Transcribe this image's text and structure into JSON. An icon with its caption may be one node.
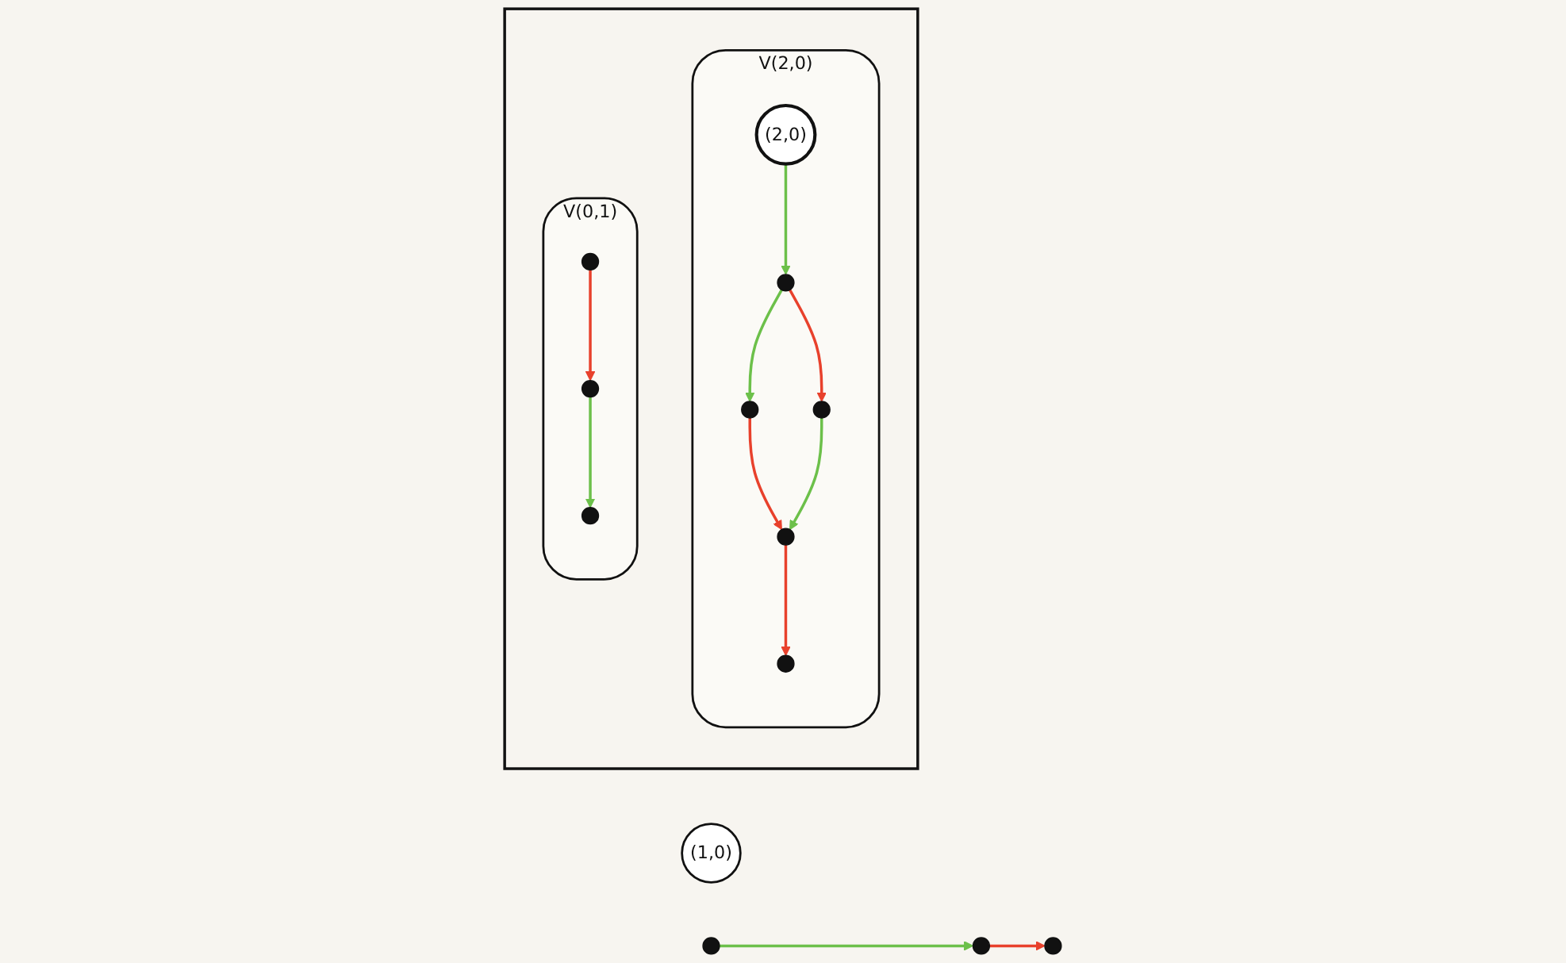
{
  "diagram": {
    "nodes": [
      {
        "text": [
          "(1,0)"
        ]
      },
      {
        "text": [],
        "shape": "circle"
      },
      {
        "text": [],
        "shape": "circle"
      },
      {
        "text": [],
        "shape": "circle"
      },
      {
        "text": [],
        "shape": "box"
      },
      {
        "text": [
          "V(2,0)"
        ],
        "in": 4
      },
      {
        "text": [
          "(2,0)"
        ],
        "in": 5
      },
      {
        "text": [],
        "shape": "circle",
        "in": 5
      },
      {
        "text": [],
        "shape": "circle",
        "in": 5
      },
      {
        "text": [],
        "shape": "circle",
        "in": 5
      },
      {
        "text": [],
        "shape": "circle",
        "in": 5
      },
      {
        "text": [],
        "shape": "circle",
        "in": 5
      },
      {
        "text": [
          "V(0,1)"
        ],
        "in": 4
      },
      {
        "text": [],
        "shape": "circle",
        "in": 12
      },
      {
        "text": [],
        "shape": "circle",
        "in": 12
      },
      {
        "text": [],
        "shape": "circle",
        "in": 12
      }
    ],
    "edges": [
      {
        "from": 1,
        "to": 2,
        "arrow": "to",
        "color": "#6cc04a"
      },
      {
        "from": 2,
        "to": 3,
        "arrow": "to",
        "color": "#e8412c"
      },
      {
        "from": 6,
        "to": 7,
        "arrow": "to",
        "color": "#6cc04a"
      },
      {
        "from": 7,
        "to": 8,
        "arrow": "to",
        "color": "#6cc04a"
      },
      {
        "from": 7,
        "to": 9,
        "arrow": "to",
        "color": "#e8412c"
      },
      {
        "from": 8,
        "to": 10,
        "arrow": "to",
        "color": "#e8412c"
      },
      {
        "from": 9,
        "to": 10,
        "arrow": "to",
        "color": "#6cc04a"
      },
      {
        "from": 10,
        "to": 11,
        "arrow": "to",
        "color": "#e8412c"
      },
      {
        "from": 13,
        "to": 14,
        "arrow": "to",
        "color": "#e8412c"
      },
      {
        "from": 14,
        "to": 15,
        "arrow": "to",
        "color": "#6cc04a"
      }
    ]
  }
}
